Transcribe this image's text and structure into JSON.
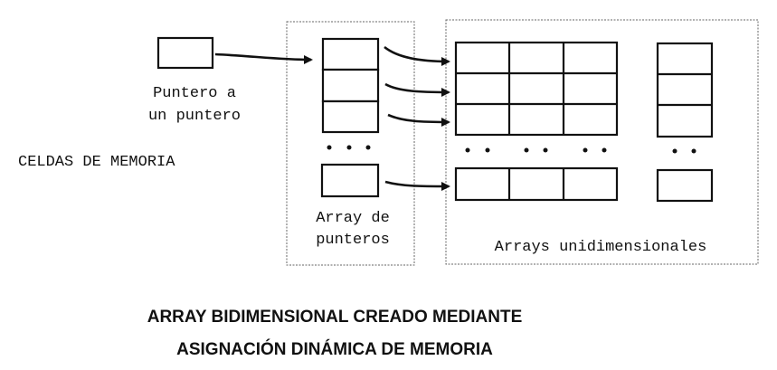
{
  "diagram": {
    "pointer_to_pointer_label_line1": "Puntero a",
    "pointer_to_pointer_label_line2": "un puntero",
    "memory_cells_label": "CELDAS DE MEMORIA",
    "pointer_array_label_line1": "Array de",
    "pointer_array_label_line2": "punteros",
    "one_dim_arrays_label": "Arrays unidimensionales",
    "title_line1": "ARRAY BIDIMENSIONAL CREADO MEDIANTE",
    "title_line2": "ASIGNACIÓN DINÁMICA DE MEMORIA"
  }
}
